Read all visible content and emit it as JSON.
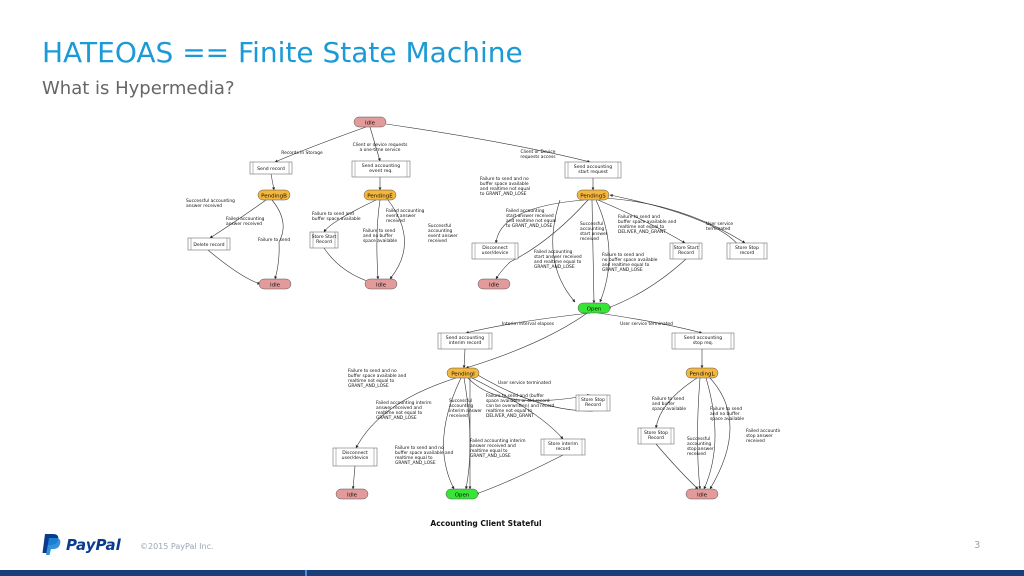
{
  "slide": {
    "title": "HATEOAS == Finite State Machine",
    "subtitle": "What is Hypermedia?",
    "copyright": "©2015 PayPal Inc.",
    "page_number": "3",
    "logo_text": "PayPal"
  },
  "colors": {
    "title": "#1a9ad6",
    "idle": "#e39a9a",
    "pending": "#f5b73b",
    "open": "#35e635",
    "bar": "#1b3d7a"
  },
  "diagram": {
    "caption": "Accounting Client Stateful",
    "states": {
      "idle_top": "Idle",
      "pendingb": "PendingB",
      "pendinge": "PendingE",
      "pendings": "PendingS",
      "idle_b": "Idle",
      "idle_e": "Idle",
      "idle_s": "Idle",
      "open": "Open",
      "pendingi": "PendingI",
      "pendingl": "PendingL",
      "idle_i": "Idle",
      "open_i": "Open",
      "idle_l": "Idle"
    },
    "actions": {
      "send_record": "Send record",
      "send_event": [
        "Send accounting",
        "event req."
      ],
      "send_start": [
        "Send accounting",
        "start request"
      ],
      "delete_record": "Delete record",
      "store_start_e": [
        "Store Start",
        "Record"
      ],
      "disconnect_s": [
        "Disconnect",
        "user/device"
      ],
      "store_start_s": [
        "Store Start",
        "Record"
      ],
      "store_stop_s": [
        "Store Stop",
        "record"
      ],
      "send_interim": [
        "Send accounting",
        "interim record"
      ],
      "send_stop": [
        "Send accounting",
        "stop req."
      ],
      "store_stop_i": [
        "Store Stop",
        "Record"
      ],
      "disconnect_i": [
        "Disconnect",
        "user/device"
      ],
      "store_interim": [
        "Store interim",
        "record"
      ],
      "store_stop_l": [
        "Store Stop",
        "Record"
      ]
    },
    "labels": {
      "records_in_storage": "Records in Storage",
      "client_one_time": [
        "Client or device requests",
        "a one-time service"
      ],
      "client_requests_access": [
        "Client or Device",
        "requests access"
      ],
      "success_answer_b": [
        "Successful accounting",
        "answer received"
      ],
      "failed_answer_b": [
        "Failed accounting",
        "answer received"
      ],
      "failure_to_send_b": "Failure to send",
      "failed_event_e": [
        "Failed accounting",
        "event answer",
        "received"
      ],
      "failure_buffer_e": [
        "Failure to send and",
        "buffer space available"
      ],
      "failure_nobuffer_e": [
        "Failure to send",
        "and no buffer",
        "space available"
      ],
      "success_event_e": [
        "Successful",
        "accounting",
        "event answer",
        "received"
      ],
      "failure_nobuffer_s": [
        "Failure to send and no",
        "buffer space available",
        "and realtime not equal",
        "to GRANT_AND_LOSE"
      ],
      "failed_start_s": [
        "Failed accounting",
        "start answer received",
        "and realtime not equal",
        "to GRANT_AND_LOSE"
      ],
      "success_start_s": [
        "Successful",
        "accounting",
        "start answer",
        "received"
      ],
      "failure_buffer_s": [
        "Failure to send and",
        "buffer space available and",
        "realtime not equal to",
        "DELIVER_AND_GRANT"
      ],
      "user_terminated_s": [
        "User service",
        "terminated"
      ],
      "failed_start_grant_s": [
        "Failed accounting",
        "start answer received",
        "and realtime equal to",
        "GRANT_AND_LOSE"
      ],
      "failure_nobuffer_grant_s": [
        "Failure to send and",
        "no buffer space available",
        "and realtime equal to",
        "GRANT_AND_LOSE"
      ],
      "interim_elapses": "Interim interval elapses",
      "user_terminated_open": "User service terminated",
      "failure_nobuffer_i": [
        "Failure to send and no",
        "buffer space available and",
        "realtime not equal to",
        "GRANT_AND_LOSE"
      ],
      "user_terminated_i": "User service terminated",
      "failed_interim_i": [
        "Failed accounting interim",
        "answer received and",
        "realtime not equal to",
        "GRANT_AND_LOSE"
      ],
      "success_interim_i": [
        "Successful",
        "accounting",
        "interim answer",
        "received"
      ],
      "failure_buffer_i": [
        "Failure to send and (buffer",
        "space available or old record",
        "can be overwritten) and record",
        "realtime not equal to",
        "DELIVER_AND_GRANT"
      ],
      "failure_nobuffer_grant_i": [
        "Failure to send and no",
        "buffer space available and",
        "realtime equal to",
        "GRANT_AND_LOSE"
      ],
      "failed_interim_grant_i": [
        "Failed accounting interim",
        "answer received and",
        "realtime equal to",
        "GRANT_AND_LOSE"
      ],
      "failure_buffer_l": [
        "Failure to send",
        "and buffer",
        "space available"
      ],
      "failure_nobuffer_l": [
        "Failure to send",
        "and no buffer",
        "space available"
      ],
      "failed_stop_l": [
        "Failed accounting",
        "stop answer",
        "received"
      ],
      "success_stop_l": [
        "Successful",
        "accounting",
        "stop answer",
        "received"
      ]
    }
  }
}
